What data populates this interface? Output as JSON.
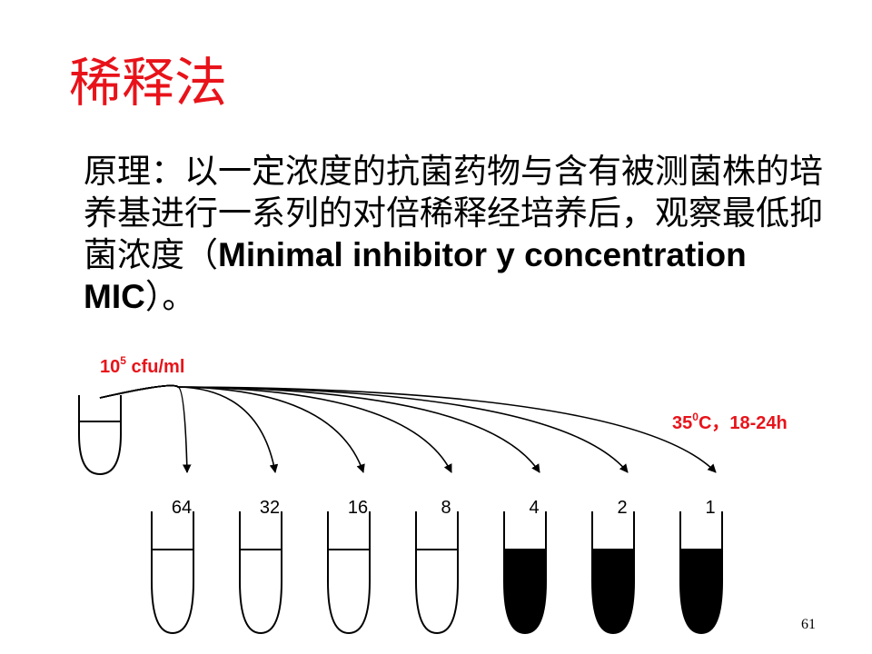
{
  "title": "稀释法",
  "principle": {
    "text": "原理：以一定浓度的抗菌药物与含有被测菌株的培养基进行一系列的对倍稀释经培养后，观察最低抑菌浓度（",
    "term": "Minimal inhibitor y concentration MIC",
    "end": "）。"
  },
  "inoculum": {
    "base": "10",
    "exp": "5",
    "unit": " cfu/ml"
  },
  "incubation": {
    "temp": "35",
    "sup": "0",
    "rest": "C，18-24h"
  },
  "tubes": [
    {
      "label": "64",
      "growth": false
    },
    {
      "label": "32",
      "growth": false
    },
    {
      "label": "16",
      "growth": false
    },
    {
      "label": "8",
      "growth": false
    },
    {
      "label": "4",
      "growth": true
    },
    {
      "label": "2",
      "growth": true
    },
    {
      "label": "1",
      "growth": true
    }
  ],
  "colors": {
    "title": "#e8131a",
    "annotation": "#e8131a",
    "ink": "#000000"
  },
  "page_number": "61"
}
